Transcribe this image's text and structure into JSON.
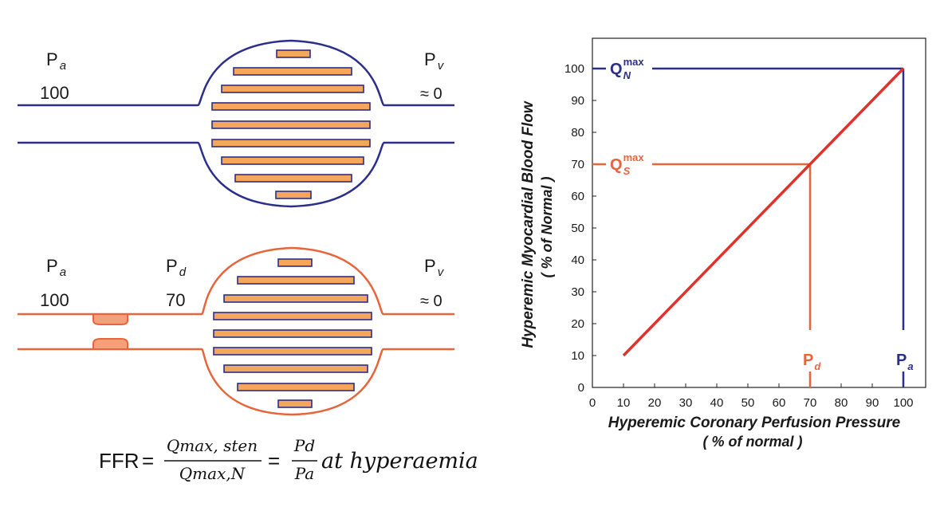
{
  "colors": {
    "normal": "#2b2f8a",
    "stenosis": "#e8643a",
    "bar_fill": "#f4a65a",
    "diagonal": "#e0322c"
  },
  "top_vessel": {
    "pa_label": "P",
    "pa_sub": "a",
    "pa_value": "100",
    "pv_label": "P",
    "pv_sub": "v",
    "pv_value": "≈ 0"
  },
  "bottom_vessel": {
    "pa_label": "P",
    "pa_sub": "a",
    "pa_value": "100",
    "pd_label": "P",
    "pd_sub": "d",
    "pd_value": "70",
    "pv_label": "P",
    "pv_sub": "v",
    "pv_value": "≈ 0"
  },
  "formula": {
    "lhs": "FFR",
    "eq1": "=",
    "num1": "Qmax, sten",
    "den1": "Qmax,N",
    "eq2": "=",
    "num2": "Pd",
    "den2": "Pa",
    "tail": "at hyperaemia"
  },
  "chart_data": {
    "type": "line",
    "xlabel": "Hyperemic Coronary Perfusion Pressure",
    "xlabel_unit": "( % of normal )",
    "ylabel": "Hyperemic Myocardial Blood Flow",
    "ylabel_unit": "( % of Normal )",
    "xlim": [
      0,
      105
    ],
    "ylim": [
      0,
      105
    ],
    "x_ticks": [
      0,
      10,
      20,
      30,
      40,
      50,
      60,
      70,
      80,
      90,
      100
    ],
    "y_ticks": [
      0,
      10,
      20,
      30,
      40,
      50,
      60,
      70,
      80,
      90,
      100
    ],
    "grid": false,
    "series": [
      {
        "x": [
          10,
          100
        ],
        "y": [
          10,
          100
        ]
      }
    ],
    "annotations": {
      "qn": {
        "label": "Q",
        "sup": "max",
        "sub": "N",
        "value": 100
      },
      "qs": {
        "label": "Q",
        "sup": "max",
        "sub": "S",
        "value": 70
      },
      "pd": {
        "label": "P",
        "sub": "d",
        "value": 70
      },
      "pa": {
        "label": "P",
        "sub": "a",
        "value": 100
      }
    }
  }
}
